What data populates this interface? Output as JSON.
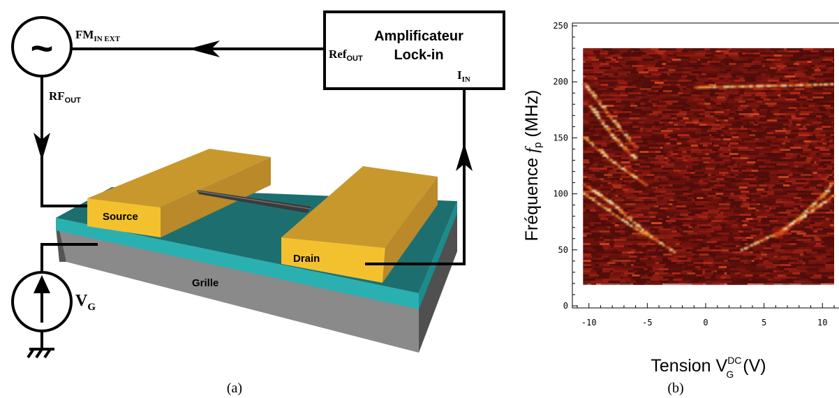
{
  "panel_a": {
    "caption": "(a)",
    "labels": {
      "fm_in_ext_main": "FM",
      "fm_in_ext_sub": "IN EXT",
      "ref_out_main": "Ref",
      "ref_out_sub": "OUT",
      "rf_out_main": "RF",
      "rf_out_sub": "OUT",
      "i_in_main": "I",
      "i_in_sub": "IN",
      "vg_main": "V",
      "vg_sub": "G",
      "lockin_line1": "Amplificateur",
      "lockin_line2": "Lock-in",
      "source": "Source",
      "drain": "Drain",
      "gate": "Grille",
      "generator_symbol": "~"
    },
    "colors": {
      "electrode": "#f2bf2c",
      "electrode_side": "#c8962a",
      "oxide_top": "#2aa8a8",
      "oxide_dark": "#1e7070",
      "gate_side": "#666666",
      "gate_front": "#8a8a8a",
      "nanotube": "#444444"
    }
  },
  "panel_b": {
    "caption": "(b)",
    "ylabel_prefix": "Fréquence ",
    "ylabel_var": "f",
    "ylabel_sub": "p",
    "ylabel_unit": " (MHz)",
    "xlabel_prefix": "Tension V",
    "xlabel_sup": "DC",
    "xlabel_sub": "G",
    "xlabel_unit": " (V)",
    "y_ticks": [
      "0",
      "50",
      "100",
      "150",
      "200",
      "250"
    ],
    "x_ticks": [
      "-10",
      "-5",
      "0",
      "5",
      "10"
    ],
    "colors": {
      "background": "#3a0a08",
      "mid": "#a11a12",
      "bright": "#ffe9a0"
    }
  },
  "chart_data": {
    "type": "heatmap",
    "xlabel": "Tension V_G^DC (V)",
    "ylabel": "Fréquence f_p (MHz)",
    "xlim": [
      -11,
      11
    ],
    "ylim": [
      0,
      250
    ],
    "data_extent": {
      "x": [
        -10.5,
        11
      ],
      "y": [
        20,
        230
      ]
    },
    "x_ticks": [
      -10,
      -5,
      0,
      5,
      10
    ],
    "y_ticks": [
      0,
      50,
      100,
      150,
      200,
      250
    ],
    "resonance_branches": [
      {
        "x": [
          -10.5,
          -8,
          -6,
          -4,
          -2.5
        ],
        "y": [
          108,
          90,
          72,
          56,
          46
        ]
      },
      {
        "x": [
          -10.5,
          -8,
          -6,
          -4
        ],
        "y": [
          100,
          82,
          68,
          56
        ]
      },
      {
        "x": [
          -10.5,
          -8,
          -5
        ],
        "y": [
          150,
          128,
          106
        ]
      },
      {
        "x": [
          -10.5,
          -8,
          -6
        ],
        "y": [
          198,
          165,
          140
        ]
      },
      {
        "x": [
          -10,
          -8,
          -6
        ],
        "y": [
          178,
          150,
          130
        ]
      },
      {
        "x": [
          3,
          6,
          9,
          11
        ],
        "y": [
          50,
          65,
          85,
          100
        ]
      },
      {
        "x": [
          6,
          8,
          10,
          11
        ],
        "y": [
          62,
          80,
          100,
          112
        ]
      },
      {
        "x": [
          -1,
          4,
          8,
          11
        ],
        "y": [
          195,
          196,
          197,
          198
        ]
      }
    ]
  }
}
